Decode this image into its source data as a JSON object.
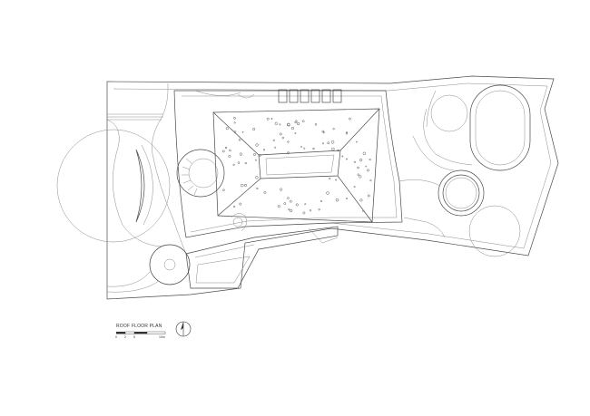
{
  "drawing": {
    "title": "ROOF FLOOR PLAN",
    "scale_labels": [
      "0",
      "2",
      "5",
      "10m"
    ],
    "icons": [
      "north-arrow-icon",
      "scale-bar-icon"
    ]
  }
}
